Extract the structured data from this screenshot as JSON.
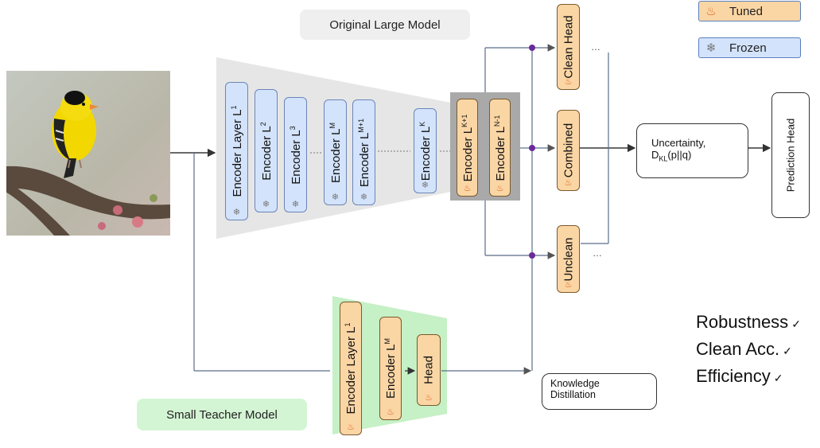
{
  "labels": {
    "original_model": "Original Large Model",
    "small_teacher": "Small Teacher Model"
  },
  "legend": {
    "tuned": "Tuned",
    "frozen": "Frozen",
    "tuned_icon": "fire-icon",
    "frozen_icon": "snowflake-icon",
    "tuned_color": "#fbd6a5",
    "frozen_color": "#d3e3fb"
  },
  "image": {
    "subject": "goldfinch-photo"
  },
  "large_encoders": {
    "layer1": {
      "name": "Encoder Layer  L",
      "sup": "1"
    },
    "layer2": {
      "name": "Encoder  L",
      "sup": "2"
    },
    "layer3": {
      "name": "Encoder  L",
      "sup": "3"
    },
    "layerM": {
      "name": "Encoder  L",
      "sup": "M"
    },
    "layerM1": {
      "name": "Encoder  L",
      "sup": "M+1"
    },
    "layerK": {
      "name": "Encoder L",
      "sup": "K"
    },
    "layerK1": {
      "name": "Encoder L",
      "sup": "K+1"
    },
    "layerN1": {
      "name": "Encoder L",
      "sup": "N-1"
    }
  },
  "heads": {
    "clean": "Clean Head",
    "combined": "Combined",
    "unclean": "Unclean",
    "prediction": "Prediction Head"
  },
  "uncertainty": {
    "line1": "Uncertainty,",
    "line2_prefix": "D",
    "line2_sub": "KL",
    "line2_suffix": "(p||q)"
  },
  "small_encoders": {
    "layer1": {
      "name": "Encoder Layer  L",
      "sup": "1"
    },
    "layerM": {
      "name": "Encoder L",
      "sup": "M"
    },
    "head": "Head"
  },
  "distillation": {
    "line1": "Knowledge",
    "line2": "Distillation"
  },
  "benefits": {
    "robustness": "Robustness",
    "clean_acc": "Clean Acc.",
    "efficiency": "Efficiency",
    "check": "✓"
  },
  "ellipsis": {
    "dots": "……",
    "dots_short": "…",
    "dots_head": "…"
  }
}
